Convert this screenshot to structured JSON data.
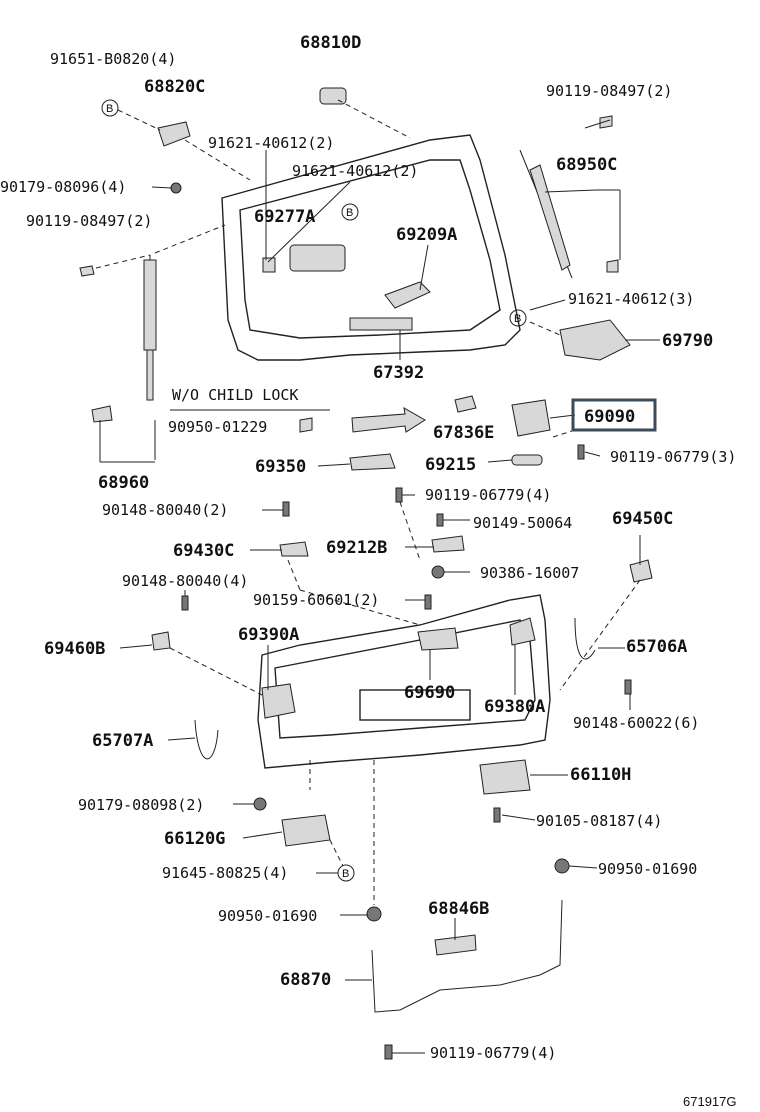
{
  "diagram": {
    "labels": {
      "p68810D": "68810D",
      "p91651": "91651-B0820(4)",
      "p68820C": "68820C",
      "p91621_a": "91621-40612(2)",
      "p91621_b": "91621-40612(2)",
      "p90179_a": "90179-08096(4)",
      "p90119_a": "90119-08497(2)",
      "p69277A": "69277A",
      "p69209A": "69209A",
      "p90119_b": "90119-08497(2)",
      "p68950C": "68950C",
      "p91621_c": "91621-40612(3)",
      "p69790": "69790",
      "p67392": "67392",
      "p_woChild": "W/O CHILD LOCK",
      "p90950_a": "90950-01229",
      "p69090": "69090",
      "p67836E": "67836E",
      "p69350": "69350",
      "p69215": "69215",
      "p90119_c": "90119-06779(3)",
      "p68960": "68960",
      "p90119_d": "90119-06779(4)",
      "p90148_a": "90148-80040(2)",
      "p90149": "90149-50064",
      "p69450C": "69450C",
      "p69430C": "69430C",
      "p69212B": "69212B",
      "p90386": "90386-16007",
      "p90148_b": "90148-80040(4)",
      "p90159": "90159-60601(2)",
      "p69460B": "69460B",
      "p69390A": "69390A",
      "p65706A": "65706A",
      "p69690": "69690",
      "p69380A": "69380A",
      "p90148_c": "90148-60022(6)",
      "p65707A": "65707A",
      "p66110H": "66110H",
      "p90179_b": "90179-08098(2)",
      "p90105": "90105-08187(4)",
      "p66120G": "66120G",
      "p91645": "91645-80825(4)",
      "p90950_b": "90950-01690",
      "p90950_c": "90950-01690",
      "p68846B": "68846B",
      "p68870": "68870",
      "p90119_e": "90119-06779(4)",
      "refB": "B",
      "diagramId": "671917G"
    },
    "highlighted_part": "69090"
  }
}
